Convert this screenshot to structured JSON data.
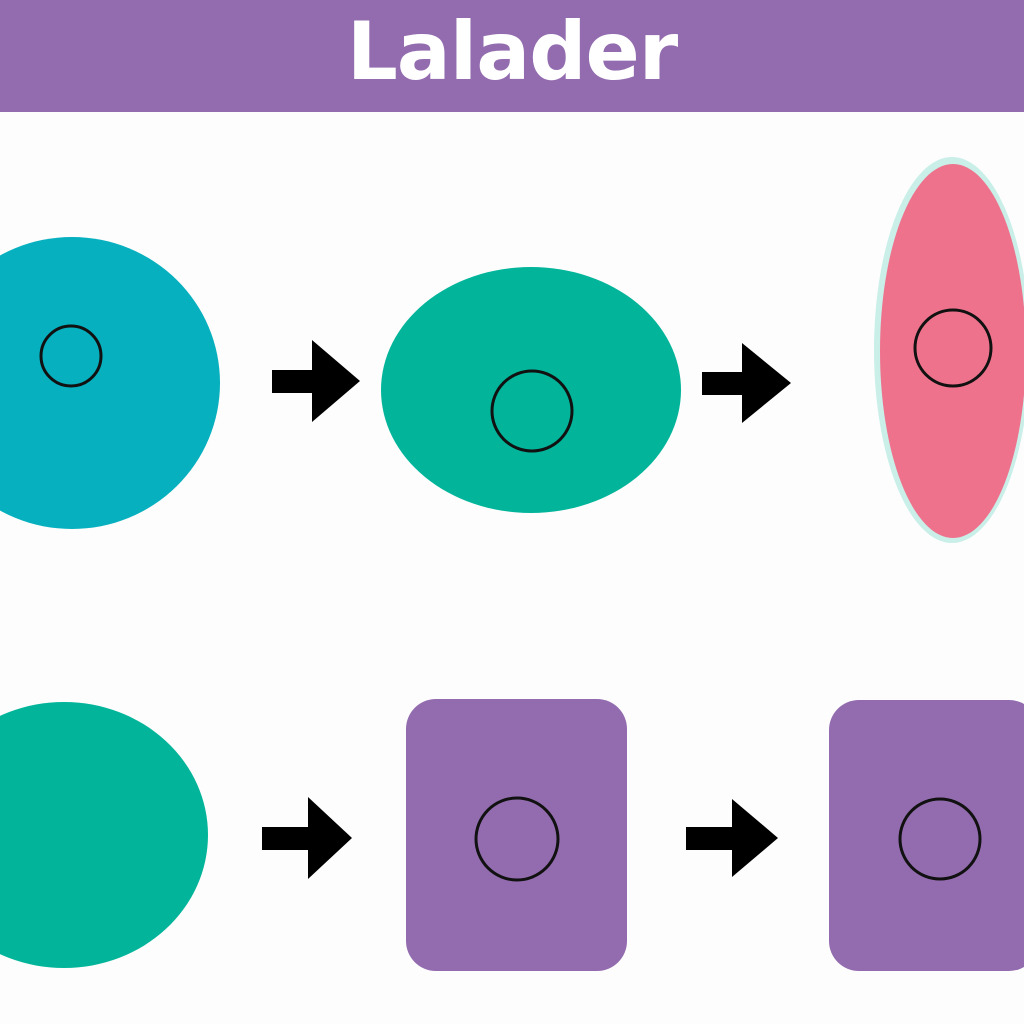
{
  "header": {
    "title": "Lalader"
  },
  "colors": {
    "header_bg": "#936caf",
    "cyan": "#06b0bf",
    "teal": "#02b59a",
    "pink": "#ef728d",
    "pink_outline": "#c9efe8",
    "purple": "#936caf",
    "nucleus_stroke": "#111111",
    "arrow": "#000000"
  },
  "diagram": {
    "rows": [
      {
        "name": "top-row",
        "stages": [
          {
            "name": "cyan-round-cell",
            "shape": "ellipse",
            "color": "cyan"
          },
          {
            "name": "teal-oval-cell",
            "shape": "ellipse",
            "color": "teal"
          },
          {
            "name": "pink-elongated-cell",
            "shape": "ellipse",
            "color": "pink"
          }
        ]
      },
      {
        "name": "bottom-row",
        "stages": [
          {
            "name": "teal-round-cell",
            "shape": "ellipse",
            "color": "teal"
          },
          {
            "name": "purple-square-cell",
            "shape": "rounded-rect",
            "color": "purple"
          },
          {
            "name": "purple-square-cell",
            "shape": "rounded-rect",
            "color": "purple"
          }
        ]
      }
    ],
    "arrow_icon": "right-arrow-icon"
  }
}
